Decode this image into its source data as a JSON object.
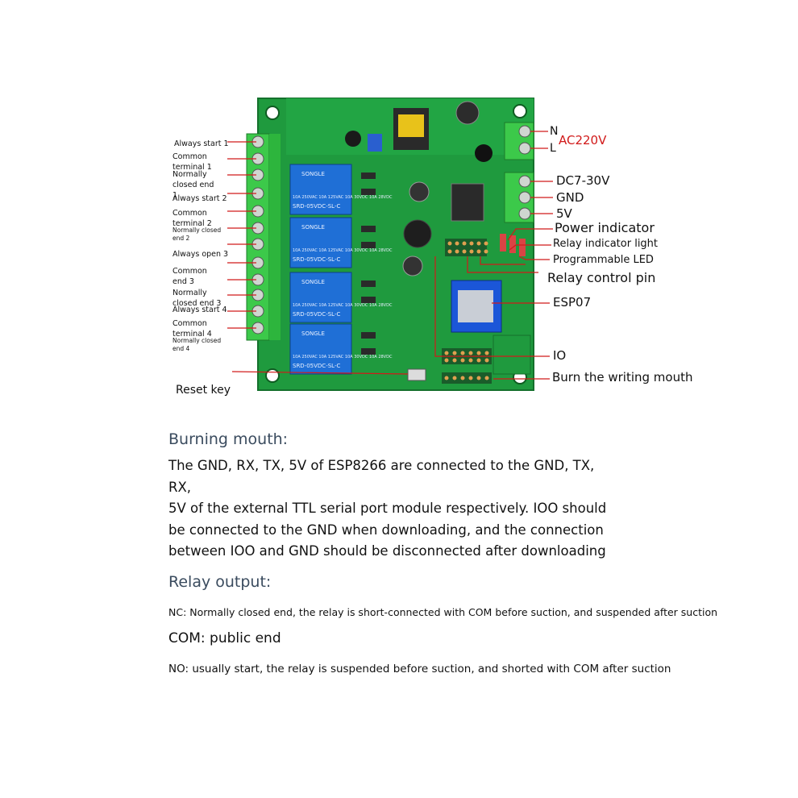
{
  "left_labels": [
    {
      "name": "label-always-start-1",
      "text": "Always start 1"
    },
    {
      "name": "label-common-terminal-1",
      "text": "Common terminal 1"
    },
    {
      "name": "label-normally-closed-1",
      "text": "Normally closed end 1"
    },
    {
      "name": "label-always-start-2",
      "text": "Always start 2"
    },
    {
      "name": "label-common-terminal-2",
      "text": "Common terminal 2"
    },
    {
      "name": "label-normally-closed-2",
      "text": "Normally closed end 2"
    },
    {
      "name": "label-always-open-3",
      "text": "Always open 3"
    },
    {
      "name": "label-common-end-3",
      "text": "Common end 3"
    },
    {
      "name": "label-normally-closed-3",
      "text": "Normally closed end 3"
    },
    {
      "name": "label-always-start-4",
      "text": "Always start 4"
    },
    {
      "name": "label-common-terminal-4",
      "text": "Common terminal 4"
    },
    {
      "name": "label-normally-closed-4",
      "text": "Normally closed end 4"
    },
    {
      "name": "label-reset-key",
      "text": "Reset key"
    }
  ],
  "right_labels": {
    "n": "N",
    "l": "L",
    "ac": "AC220V",
    "dc": "DC7-30V",
    "gnd": "GND",
    "v5": "5V",
    "power": "Power indicator",
    "relay_light": "Relay indicator light",
    "prog_led": "Programmable LED",
    "relay_pin": "Relay control pin",
    "esp07": "ESP07",
    "io": "IO",
    "burn": "Burn the writing mouth"
  },
  "board_text": {
    "relay_brand": "SONGLE",
    "relay_model": "SRD-05VDC-SL-C",
    "relay_ratings": "10A 250VAC 10A 125VAC 10A 30VDC 10A 28VDC"
  },
  "burning": {
    "heading": "Burning mouth:",
    "lines": [
      "The GND, RX, TX, 5V of ESP8266 are connected to the GND, TX, RX,",
      "5V of the external TTL serial port module respectively. IOO should",
      "be connected to the GND when downloading, and the connection",
      "between IOO and GND should be disconnected after downloading"
    ]
  },
  "relay_output": {
    "heading": "Relay output:",
    "nc": "NC: Normally closed end, the relay is short-connected with COM before suction, and suspended after suction",
    "com": "COM: public end",
    "no": "NO: usually start, the relay is suspended before suction, and shorted with COM after suction"
  },
  "colors": {
    "pcb": "#1f9a3e",
    "pcb_dark": "#167a30",
    "terminal": "#3cc94a",
    "relay": "#1f6fd6",
    "accent_red": "#d11a1a",
    "heading": "#3a4b5e"
  }
}
